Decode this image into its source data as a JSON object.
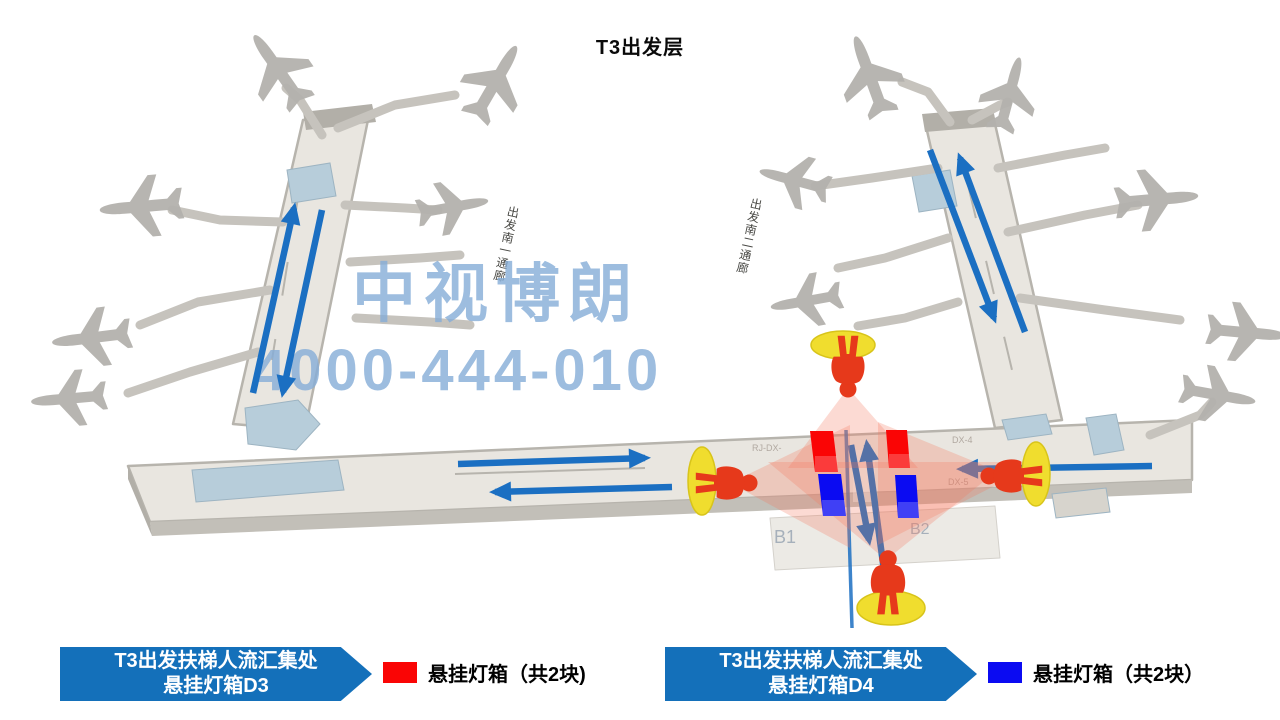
{
  "page": {
    "title": "T3出发层"
  },
  "watermark": {
    "line1": "中视博朗",
    "line2": "4000-444-010",
    "color": "#85add8"
  },
  "diagram": {
    "labels": {
      "corridor_left": "出发南一通廊",
      "corridor_right": "出发南二通廊",
      "zone_b1": "B1",
      "zone_b2": "B2",
      "gate_left": "RJ-DX-",
      "gate_right_top": "DX-4",
      "gate_right_bottom": "DX-5"
    },
    "colors": {
      "flow_arrow": "#1b6fc2",
      "terminal_fill": "#e9e6e0",
      "terminal_edge": "#b7b4ad",
      "roof_panel": "#b7cdda",
      "lightbox_d3": "#fa0505",
      "lightbox_d4": "#0b0bf2",
      "person": "#e6391b",
      "spotlight": "#f0dd2e",
      "view_cone": "#f4775e"
    }
  },
  "annotations": {
    "d3": {
      "line1": "T3出发扶梯人流汇集处",
      "line2": "悬挂灯箱D3",
      "banner_color": "#1470ba",
      "legend_text": "悬挂灯箱（共2块)",
      "legend_color": "#fa0505"
    },
    "d4": {
      "line1": "T3出发扶梯人流汇集处",
      "line2": "悬挂灯箱D4",
      "banner_color": "#1470ba",
      "legend_text": "悬挂灯箱（共2块）",
      "legend_color": "#0b0bf2"
    }
  }
}
